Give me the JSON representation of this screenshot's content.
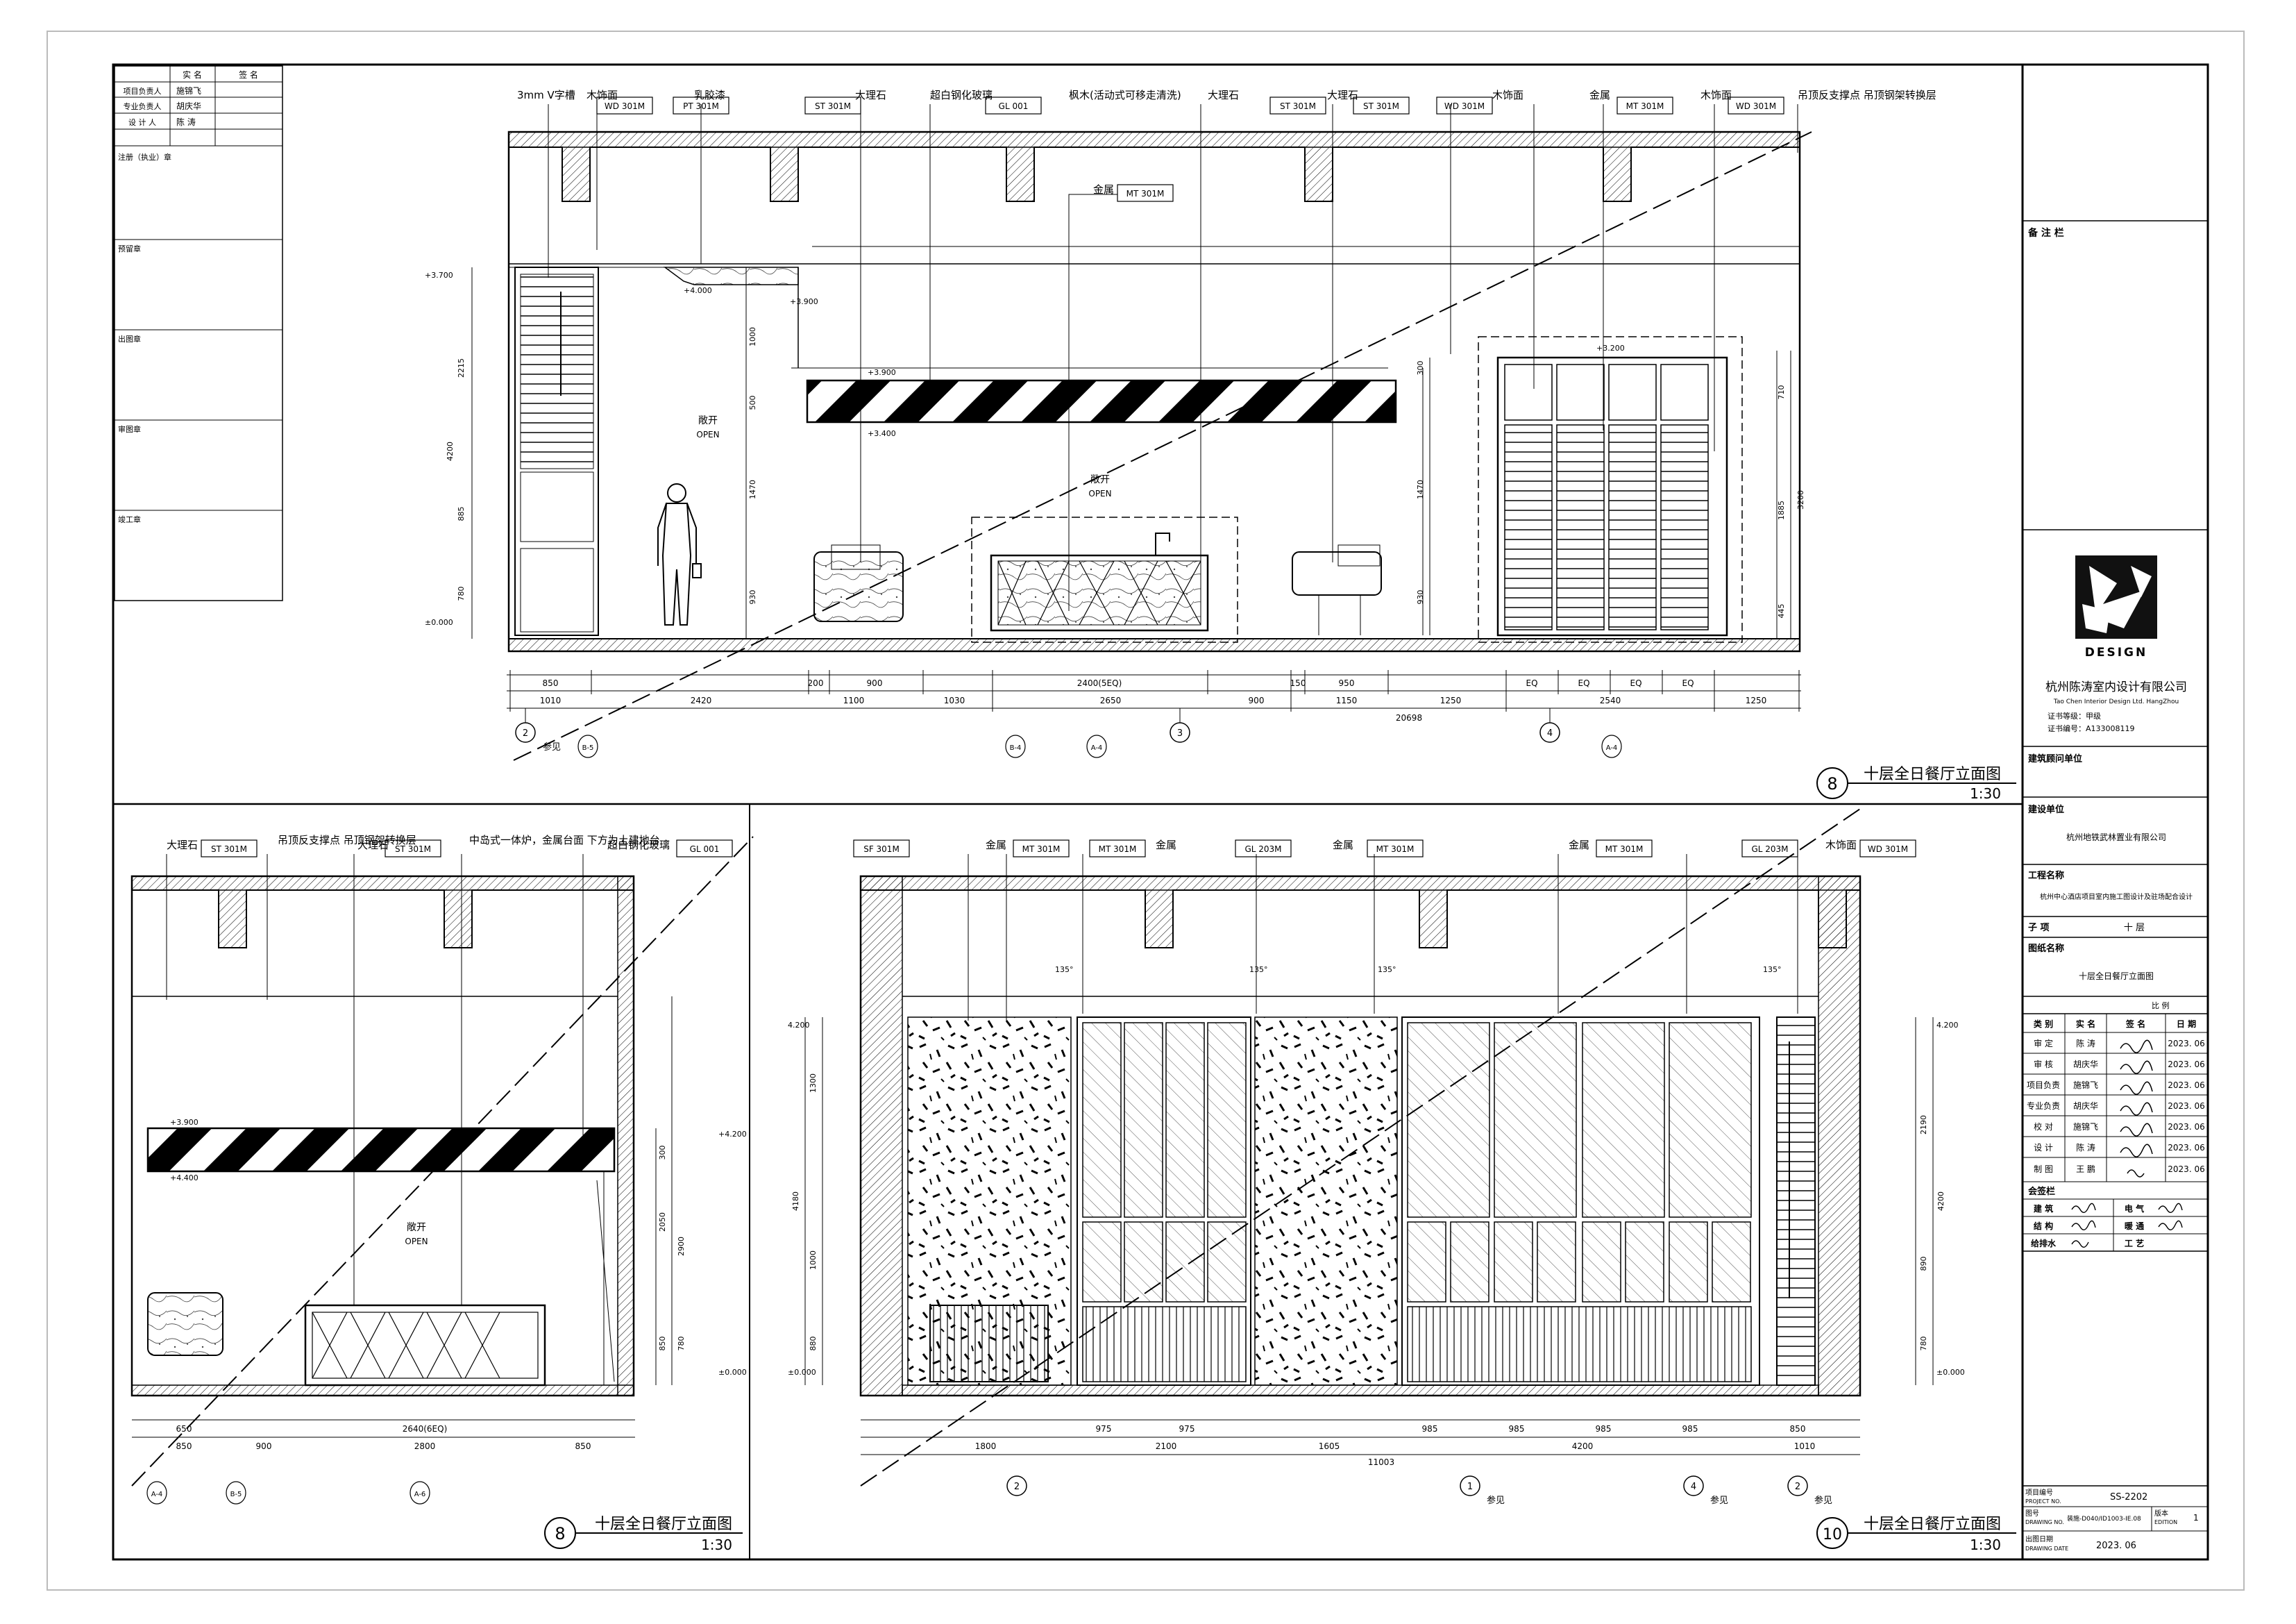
{
  "sign_table": {
    "header": [
      "实 名",
      "签 名"
    ],
    "rows": [
      {
        "role": "项目负责人",
        "name": "施锦飞"
      },
      {
        "role": "专业负责人",
        "name": "胡庆华"
      },
      {
        "role": "设 计 人",
        "name": "陈 涛"
      }
    ],
    "stamps": [
      "注册（执业）章",
      "预留章",
      "出图章",
      "审图章",
      "竣工章"
    ]
  },
  "drawing_top": {
    "callouts": [
      {
        "text": "3mm V字槽",
        "code": ""
      },
      {
        "text": "木饰面",
        "code": "WD 301M"
      },
      {
        "text": "",
        "code": "PT 301M"
      },
      {
        "text": "乳胶漆",
        "code": ""
      },
      {
        "text": "大理石",
        "code": "ST 301M"
      },
      {
        "text": "超白钢化玻璃",
        "code": "GL 001"
      },
      {
        "text": "枫木(活动式可移走清洗)",
        "code": ""
      },
      {
        "text": "大理石",
        "code": "ST 301M"
      },
      {
        "text": "大理石",
        "code": "ST 301M"
      },
      {
        "text": "木饰面",
        "code": "WD 301M"
      },
      {
        "text": "金属",
        "code": "MT 301M"
      },
      {
        "text": "木饰面",
        "code": "WD 301M"
      },
      {
        "text": "吊顶反支撑点 吊顶钢架转换层",
        "code": ""
      },
      {
        "text": "金属",
        "code": "MT 301M"
      }
    ],
    "open_label": [
      "敞开",
      "OPEN"
    ],
    "levels": [
      "+3.700",
      "+4.000",
      "+3.900",
      "+3.900",
      "+3.400",
      "±0.000",
      "+3.200"
    ],
    "left_dims": [
      "2215",
      "4200",
      "885",
      "780",
      "1000",
      "500",
      "1470",
      "930"
    ],
    "right_dims": [
      "300",
      "1470",
      "930",
      "710",
      "1885",
      "3200",
      "445"
    ],
    "bottom_dims_row1": [
      "850",
      "200",
      "900",
      "2400(5EQ)",
      "150",
      "950",
      "EQ",
      "EQ",
      "EQ",
      "EQ"
    ],
    "bottom_dims_row2": [
      "1010",
      "2420",
      "1100",
      "1030",
      "2650",
      "900",
      "1150",
      "1250",
      "2540",
      "1250"
    ],
    "total_dim": "20698",
    "markers": [
      "2",
      "3",
      "4"
    ],
    "marker_ref": "参见",
    "grid_labels": [
      "B-5",
      "B-4",
      "A-4",
      "A-4"
    ],
    "title": "十层全日餐厅立面图",
    "number": "8",
    "scale": "1:30"
  },
  "drawing_left": {
    "callouts": [
      {
        "text": "大理石",
        "code": "ST 301M"
      },
      {
        "text": "吊顶反支撑点 吊顶钢架转换层",
        "code": ""
      },
      {
        "text": "大理石",
        "code": "ST 301M"
      },
      {
        "text": "中岛式一体炉，金属台面 下方为土建地台",
        "code": ""
      },
      {
        "text": "超白钢化玻璃",
        "code": "GL 001"
      }
    ],
    "open_label": [
      "敞开",
      "OPEN"
    ],
    "levels": [
      "+3.900",
      "+4.200",
      "+4.400",
      "±0.000"
    ],
    "right_dims": [
      "300",
      "2050",
      "2900",
      "850",
      "780"
    ],
    "bottom_dims_row1": [
      "650",
      "2640(6EQ)"
    ],
    "bottom_dims_row2": [
      "850",
      "900",
      "2800",
      "850"
    ],
    "grid_labels": [
      "A-4",
      "B-5",
      "A-6"
    ],
    "title": "十层全日餐厅立面图",
    "number": "8",
    "scale": "1:30"
  },
  "drawing_right": {
    "callouts": [
      {
        "text": "",
        "code": "SF 301M"
      },
      {
        "text": "金属",
        "code": "MT 301M"
      },
      {
        "text": "金属",
        "code": "MT 301M"
      },
      {
        "text": "",
        "code": "GL 203M"
      },
      {
        "text": "金属",
        "code": "MT 301M"
      },
      {
        "text": "金属",
        "code": "MT 301M"
      },
      {
        "text": "",
        "code": "GL 203M"
      },
      {
        "text": "木饰面",
        "code": "WD 301M"
      }
    ],
    "angle": "135°",
    "levels": [
      "4.200",
      "±0.000"
    ],
    "left_dims": [
      "1300",
      "4180",
      "1000",
      "880"
    ],
    "right_dims": [
      "2190",
      "4200",
      "890",
      "780"
    ],
    "bottom_dims_row1": [
      "975",
      "975",
      "985",
      "985",
      "985",
      "985",
      "850"
    ],
    "bottom_dims_row2": [
      "1800",
      "2100",
      "1605",
      "4200",
      "1010"
    ],
    "total_dim": "11003",
    "markers": [
      "2",
      "1",
      "4",
      "2"
    ],
    "marker_ref": "参见",
    "title": "十层全日餐厅立面图",
    "number": "10",
    "scale": "1:30"
  },
  "title_block": {
    "notes_label": "备 注 栏",
    "company_cn": "杭州陈涛室内设计有限公司",
    "company_en": "Tao Chen Interior Design Ltd. HangZhou",
    "cert_grade": "证书等级：甲级",
    "cert_no": "证书编号：A133008119",
    "logo_word": "DESIGN",
    "consultant_label": "建筑顾问单位",
    "client_label": "建设单位",
    "client": "杭州地铁武林置业有限公司",
    "project_label": "工程名称",
    "project": "杭州中心酒店项目室内施工图设计及驻场配合设计",
    "subitem_label": "子 项",
    "subitem": "十 层",
    "drawing_name_label": "图纸名称",
    "drawing_name": "十层全日餐厅立面图",
    "scale_label": "比 例",
    "sign_header": [
      "类 别",
      "实 名",
      "签 名",
      "日 期"
    ],
    "sign_rows": [
      {
        "cat": "审 定",
        "name": "陈 涛",
        "date": "2023. 06"
      },
      {
        "cat": "审 核",
        "name": "胡庆华",
        "date": "2023. 06"
      },
      {
        "cat": "项目负责",
        "name": "施锦飞",
        "date": "2023. 06"
      },
      {
        "cat": "专业负责",
        "name": "胡庆华",
        "date": "2023. 06"
      },
      {
        "cat": "校 对",
        "name": "施锦飞",
        "date": "2023. 06"
      },
      {
        "cat": "设 计",
        "name": "陈 涛",
        "date": "2023. 06"
      },
      {
        "cat": "制 图",
        "name": "王 鹏",
        "date": "2023. 06"
      }
    ],
    "countersign_label": "会签栏",
    "countersign": [
      [
        "建 筑",
        "电 气"
      ],
      [
        "结 构",
        "暖 通"
      ],
      [
        "给排水",
        "工 艺"
      ]
    ],
    "project_no_label": "项目编号",
    "project_no_en": "PROJECT NO.",
    "project_no": "SS-2202",
    "drawing_no_label": "图号",
    "drawing_no_en": "DRAWING NO.",
    "drawing_no": "装施-D040/ID1003-IE.08",
    "edition_label": "版本",
    "edition_en": "EDITION",
    "edition": "1",
    "date_label": "出图日期",
    "date_en": "DRAWING DATE",
    "date": "2023. 06"
  }
}
